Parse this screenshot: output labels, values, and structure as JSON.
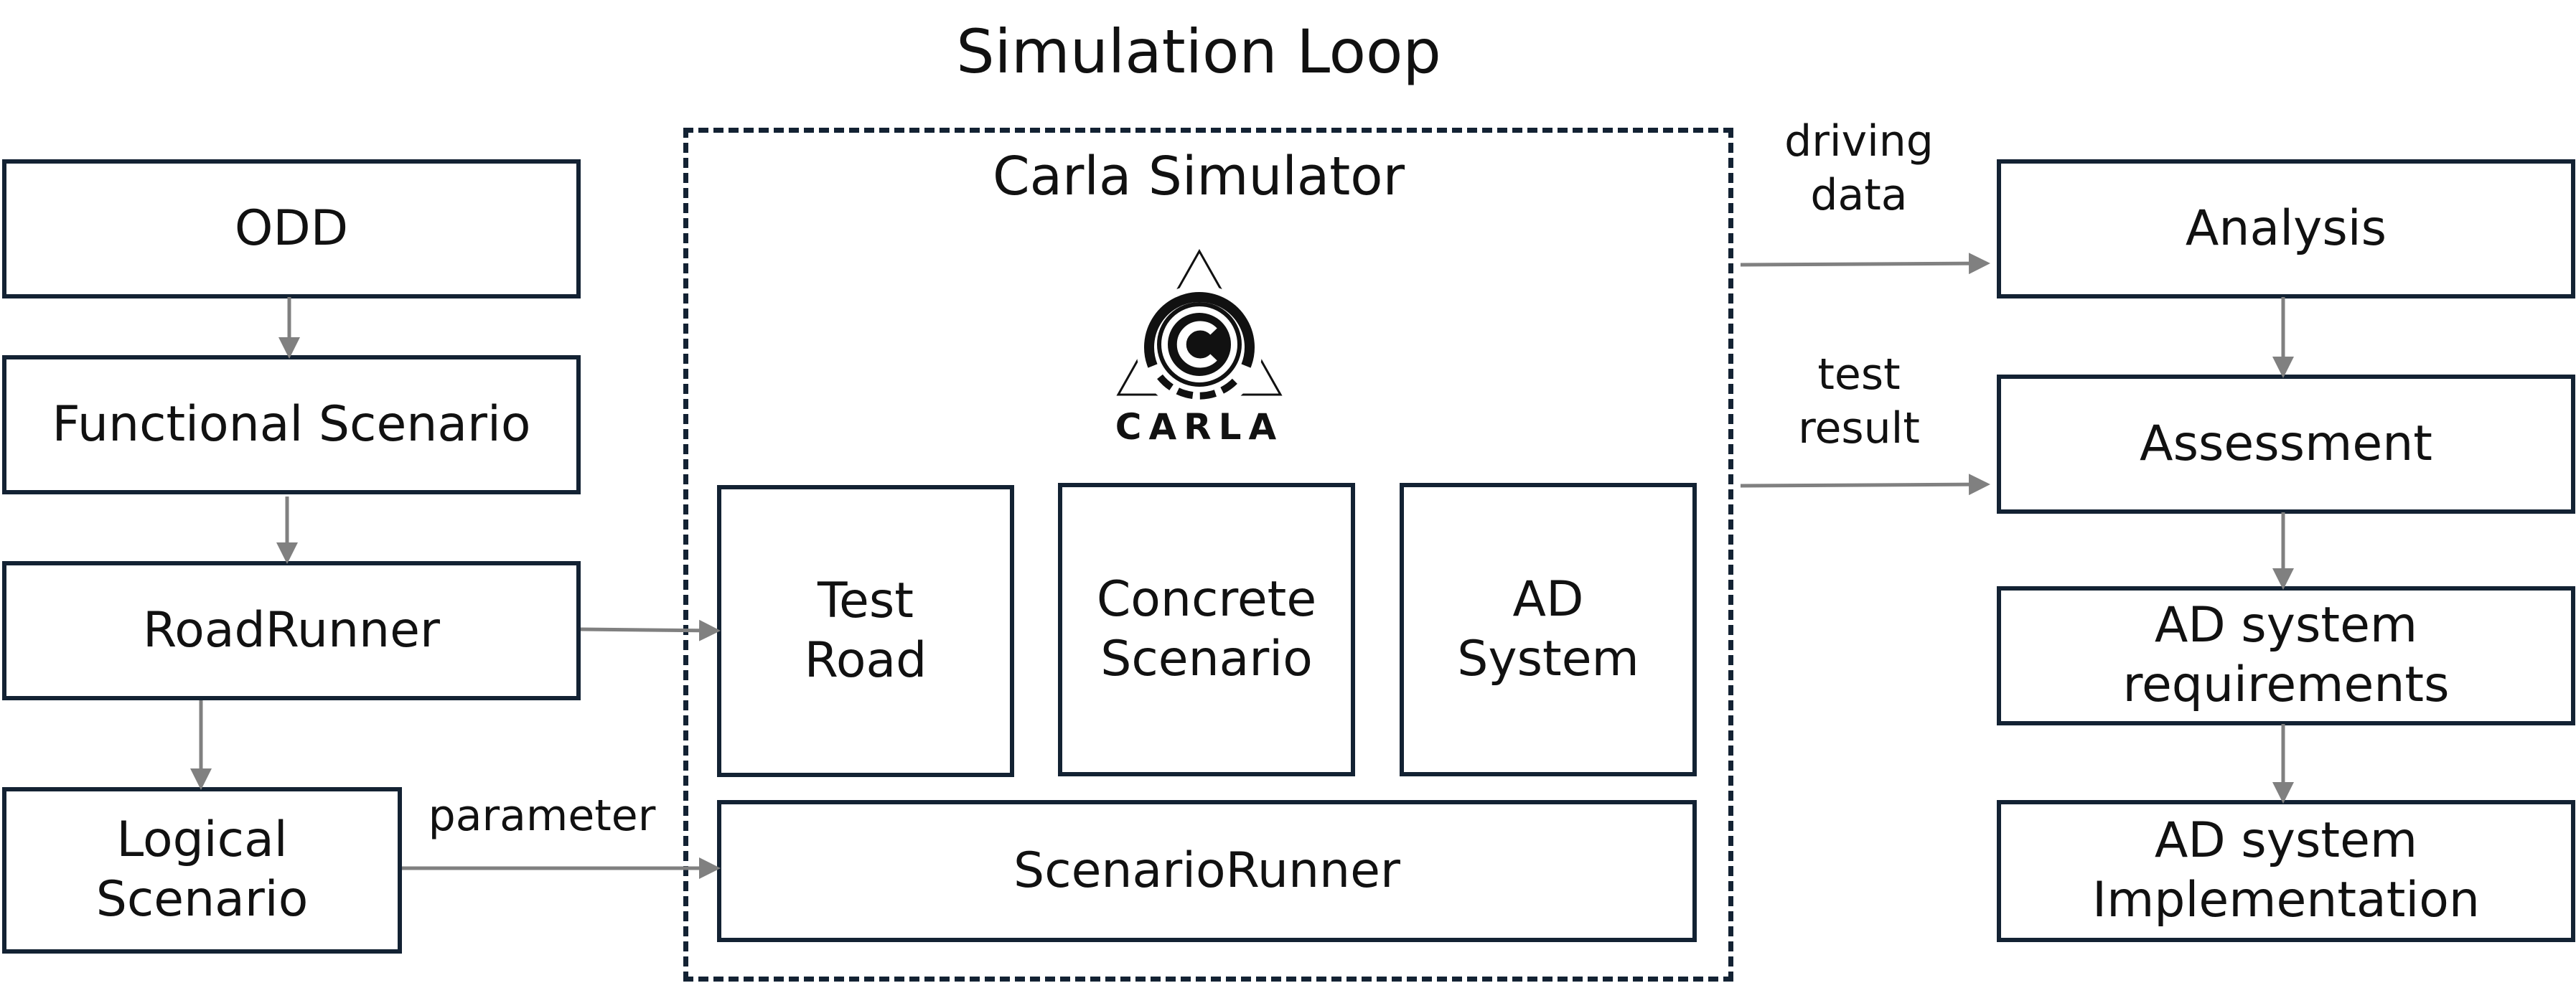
{
  "title": "Simulation Loop",
  "simulator": {
    "name": "Carla Simulator",
    "logo_icon": "carla-logo-icon",
    "logo_text": "CARLA"
  },
  "nodes": {
    "odd": "ODD",
    "functional_scenario": "Functional Scenario",
    "roadrunner": "RoadRunner",
    "logical_scenario": "Logical\nScenario",
    "test_road": "Test\nRoad",
    "concrete_scenario": "Concrete\nScenario",
    "ad_system": "AD\nSystem",
    "scenario_runner": "ScenarioRunner",
    "analysis": "Analysis",
    "assessment": "Assessment",
    "ad_requirements": "AD system\nrequirements",
    "ad_implementation": "AD system\nImplementation"
  },
  "edge_labels": {
    "parameter": "parameter",
    "driving_data": "driving\ndata",
    "test_result": "test\nresult"
  },
  "colors": {
    "box_border": "#132233",
    "arrow": "#808080",
    "text": "#111111",
    "background": "#ffffff"
  }
}
